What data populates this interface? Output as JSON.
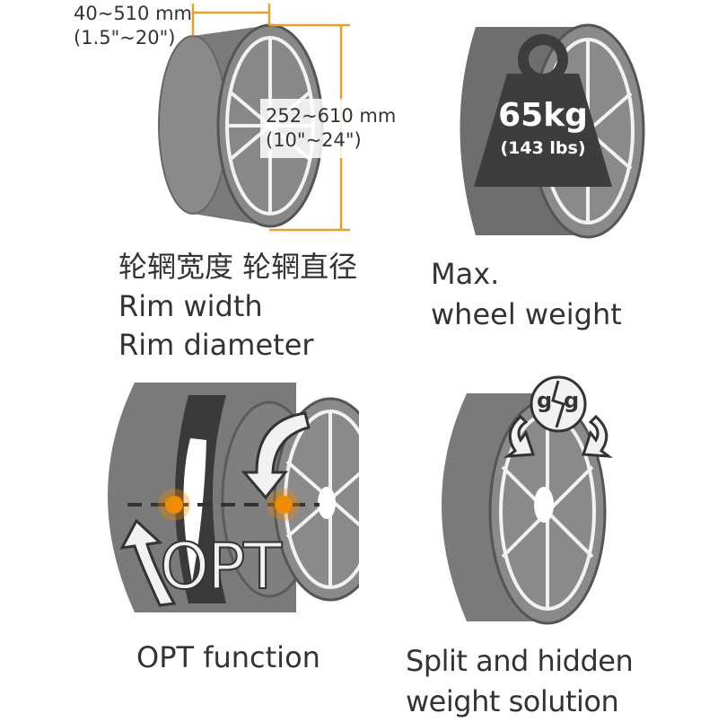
{
  "colors": {
    "tire": "#7a7a7a",
    "tire_dark": "#5c5c5c",
    "rim_face": "#8c8c8c",
    "spoke": "#f2f2f2",
    "weight": "#3d3d3d",
    "accent": "#e8a030",
    "dot": "#f08a00",
    "text": "#333333"
  },
  "rim_size": {
    "width_range": "40~510 mm",
    "width_range_inch": "(1.5\"~20\")",
    "diameter_range": "252~610 mm",
    "diameter_range_inch": "(10\"~24\")",
    "caption_cn": "轮辋宽度 轮辋直径",
    "caption_line1": "Rim width",
    "caption_line2": "Rim diameter"
  },
  "max_weight": {
    "weight_value": "65kg",
    "weight_imperial": "(143 lbs)",
    "caption_line1": "Max.",
    "caption_line2": "wheel weight"
  },
  "opt": {
    "logo_text": "OPT",
    "caption": "OPT function"
  },
  "split_weight": {
    "icon_glyph": "g",
    "caption_line1": "Split and hidden",
    "caption_line2": "weight solution"
  }
}
